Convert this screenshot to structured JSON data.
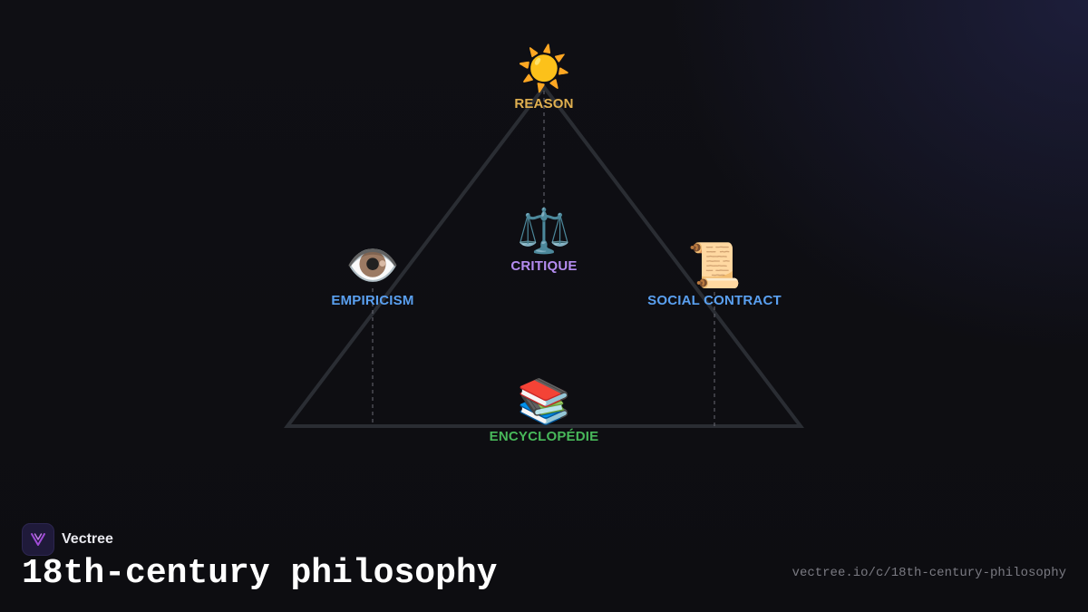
{
  "brand": {
    "name": "Vectree",
    "logo_icon": "vectree-logo-icon"
  },
  "page": {
    "title": "18th-century philosophy",
    "url": "vectree.io/c/18th-century-philosophy"
  },
  "colors": {
    "background": "#0e0e12",
    "triangle_stroke": "#2a2d33",
    "connector": "#6a6a74",
    "reason": "#e0b050",
    "critique": "#b48cf0",
    "empiricism": "#5aa0f0",
    "social_contract": "#5aa0f0",
    "encyclopedie": "#48b85a",
    "logo_accent": "#a04bd8"
  },
  "nodes": {
    "reason": {
      "label": "REASON",
      "icon": "☀️",
      "icon_name": "sun-icon"
    },
    "critique": {
      "label": "CRITIQUE",
      "icon": "⚖️",
      "icon_name": "scales-icon"
    },
    "empiricism": {
      "label": "EMPIRICISM",
      "icon": "👁️",
      "icon_name": "eye-icon"
    },
    "social_contract": {
      "label": "SOCIAL CONTRACT",
      "icon": "📜",
      "icon_name": "scroll-icon"
    },
    "encyclopedie": {
      "label": "ENCYCLOPÉDIE",
      "icon": "📚",
      "icon_name": "books-icon"
    }
  }
}
